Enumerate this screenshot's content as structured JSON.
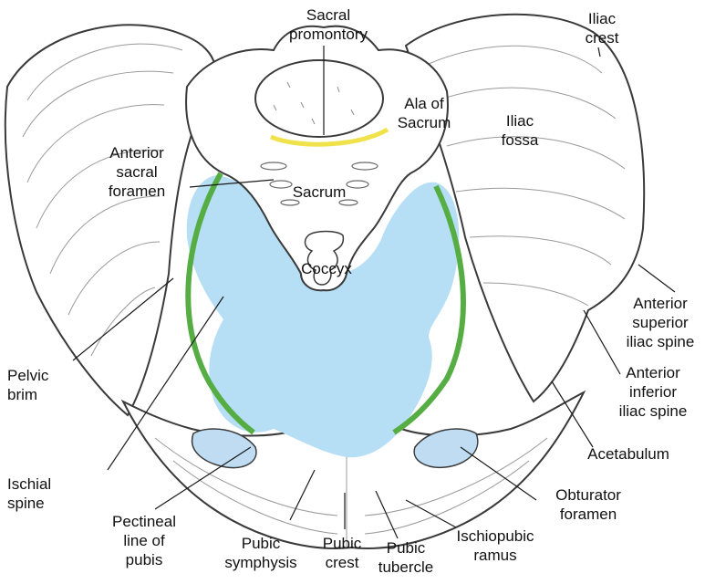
{
  "colors": {
    "pelvic_cavity": "#b6def5",
    "obturator": "#bfdcf2",
    "pelvic_brim": "#56ad43",
    "sacral_line": "#f0e24a",
    "bone_outline": "#3a3a3a"
  },
  "labels": {
    "sacral_promontory": "Sacral\npromontory",
    "iliac_crest": "Iliac\ncrest",
    "ala_of_sacrum": "Ala of\nSacrum",
    "iliac_fossa": "Iliac\nfossa",
    "anterior_sacral_foramen": "Anterior\nsacral\nforamen",
    "sacrum": "Sacrum",
    "coccyx": "Coccyx",
    "anterior_superior_iliac_spine": "Anterior\nsuperior\niliac spine",
    "pelvic_brim": "Pelvic\nbrim",
    "anterior_inferior_iliac_spine": "Anterior\ninferior\niliac spine",
    "acetabulum": "Acetabulum",
    "ischial_spine": "Ischial\nspine",
    "obturator_foramen": "Obturator\nforamen",
    "pectineal_line_of_pubis": "Pectineal\nline of\npubis",
    "pubic_symphysis": "Pubic\nsymphysis",
    "pubic_crest": "Pubic\ncrest",
    "pubic_tubercle": "Pubic\ntubercle",
    "ischiopubic_ramus": "Ischiopubic\nramus"
  }
}
